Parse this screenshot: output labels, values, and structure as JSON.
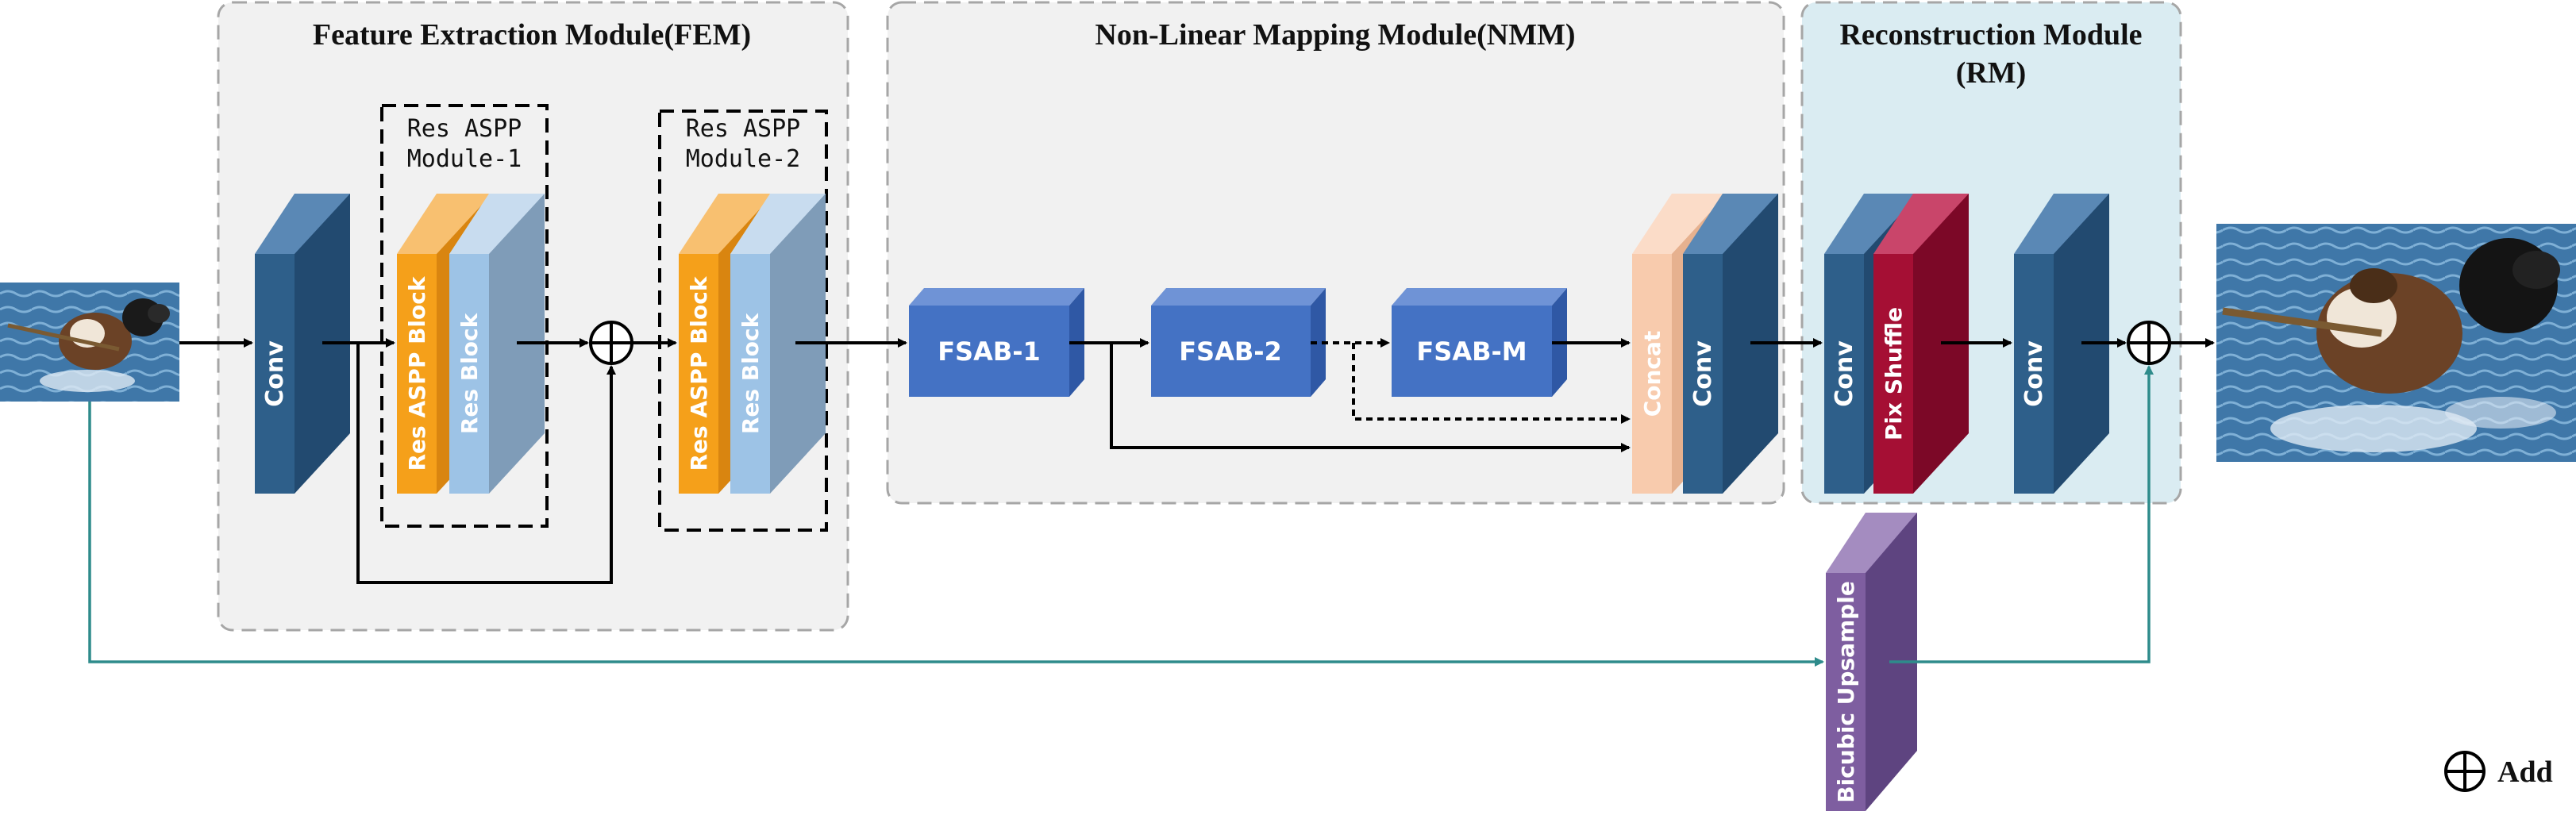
{
  "modules": {
    "fem": {
      "title": "Feature Extraction Module(FEM)"
    },
    "nmm": {
      "title": "Non-Linear Mapping Module(NMM)"
    },
    "rm": {
      "title_line1": "Reconstruction Module",
      "title_line2": "(RM)"
    }
  },
  "res_aspp_modules": [
    {
      "line1": "Res ASPP",
      "line2": "Module-1"
    },
    {
      "line1": "Res ASPP",
      "line2": "Module-2"
    }
  ],
  "blocks": {
    "conv": "Conv",
    "res_aspp_block": "Res ASPP Block",
    "res_block": "Res Block",
    "fsab_1": "FSAB-1",
    "fsab_2": "FSAB-2",
    "fsab_m": "FSAB-M",
    "concat": "Concat",
    "pix_shuffle": "Pix Shuffle",
    "bicubic_upsample": "Bicubic Upsample"
  },
  "legend": {
    "add_label": "Add"
  },
  "colors": {
    "panel_gray": "#f1f1f1",
    "panel_blue": "#daecf2",
    "conv": "#2e5f8a",
    "res_aspp": "#f5a01a",
    "res_block": "#9dc3e6",
    "fsab": "#4472c4",
    "concat": "#f8cbad",
    "pix_shuffle": "#a50f34",
    "bicubic": "#7e5ea0",
    "teal_line": "#2e8b8b"
  }
}
